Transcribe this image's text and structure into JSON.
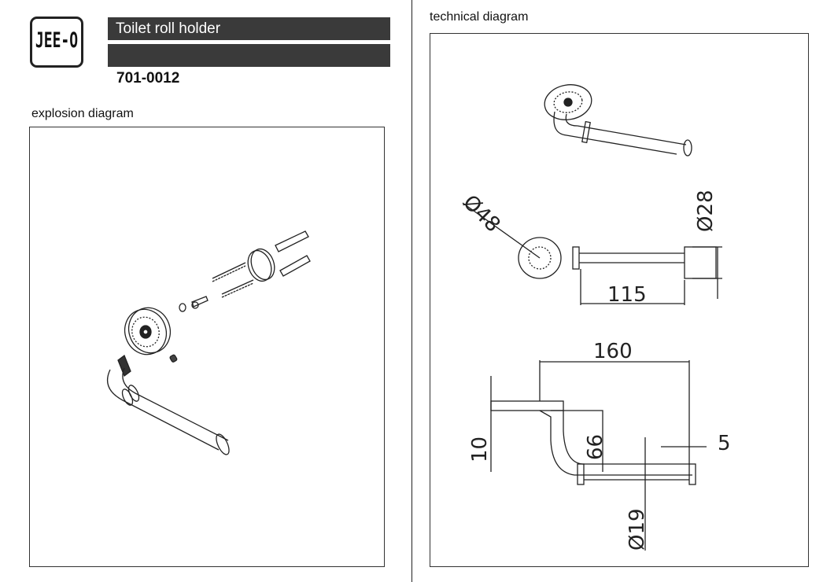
{
  "brand": {
    "logo_text": "JEE-O"
  },
  "product": {
    "name": "Toilet roll holder",
    "code": "701-0012"
  },
  "sections": {
    "explosion": "explosion  diagram",
    "technical": "technical diagram"
  },
  "dimensions": {
    "d48": "Ø48",
    "d28": "Ø28",
    "len115": "115",
    "len160": "160",
    "h10": "10",
    "h66": "66",
    "gap5": "5",
    "d19": "Ø19"
  },
  "colors": {
    "header_bar": "#3a3a3a",
    "line": "#222222"
  }
}
